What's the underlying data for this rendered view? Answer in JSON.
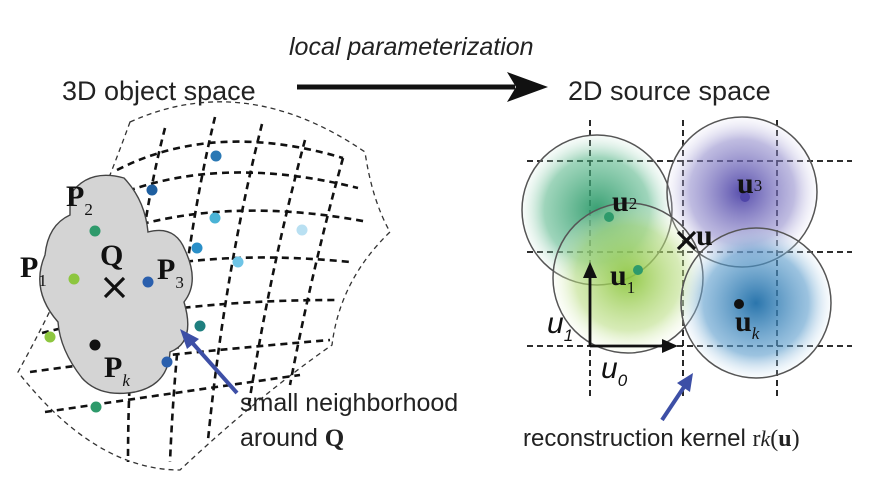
{
  "header": {
    "title_left": "3D object space",
    "title_right": "2D source space",
    "arrow_label": "local parameterization"
  },
  "left": {
    "points": {
      "p1": {
        "main": "P",
        "sub": "1"
      },
      "p2": {
        "main": "P",
        "sub": "2"
      },
      "p3": {
        "main": "P",
        "sub": "3"
      },
      "pk": {
        "main": "P",
        "sub": "k"
      }
    },
    "q_label": "Q",
    "callout_line1": "small neighborhood",
    "callout_line2_prefix": "around ",
    "callout_line2_bold": "Q"
  },
  "right": {
    "u1": {
      "main": "u",
      "sub": "1"
    },
    "u2": {
      "main": "u",
      "sub": "2"
    },
    "u3": {
      "main": "u",
      "sub": "3"
    },
    "uk": {
      "main": "u",
      "sub": "k"
    },
    "u_label": "u",
    "axis_u0": {
      "main": "u",
      "sub": "0"
    },
    "axis_u1": {
      "main": "u",
      "sub": "1"
    },
    "kernel_prefix": "reconstruction kernel ",
    "kernel_r": "r",
    "kernel_k": "k",
    "kernel_open": "(",
    "kernel_u": "u",
    "kernel_close": ")"
  },
  "colors": {
    "arrow_blue": "#3d4fa6",
    "green_kernel": "#2e9a6b",
    "lightgreen_kernel": "#8dc63f",
    "purple_kernel": "#4f45a8",
    "blue_kernel": "#2a78b4",
    "neighborhood_gray": "#d4d4d4"
  }
}
